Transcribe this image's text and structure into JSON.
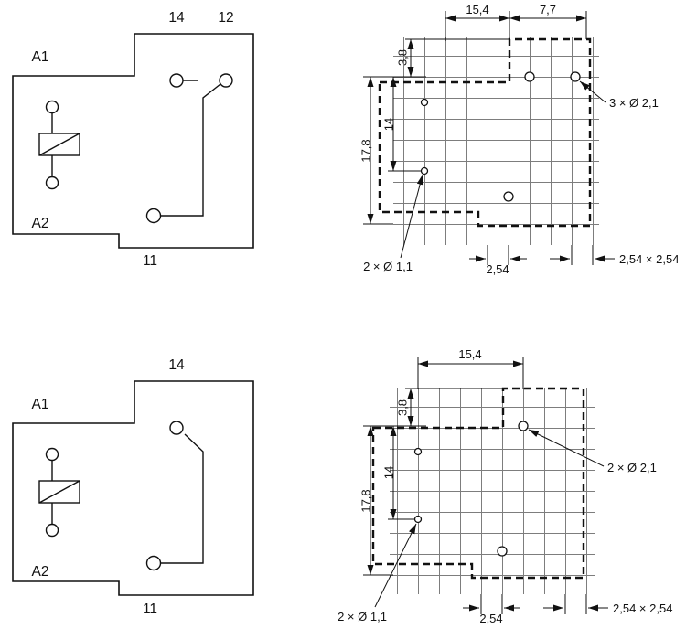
{
  "figure": {
    "relay_spdt": {
      "a1": "A1",
      "a2": "A2",
      "t14": "14",
      "t12": "12",
      "t11": "11"
    },
    "relay_spst": {
      "a1": "A1",
      "a2": "A2",
      "t14": "14",
      "t11": "11"
    },
    "pcb_spdt": {
      "dim_top_left": "15,4",
      "dim_top_right": "7,7",
      "dim_offset": "3,8",
      "dim_inner": "14",
      "dim_outer": "17,8",
      "dim_pitch": "2,54",
      "dim_pitch_grid": "2,54 × 2,54",
      "note_large": "3 × Ø 2,1",
      "note_small": "2 × Ø 1,1"
    },
    "pcb_spst": {
      "dim_top": "15,4",
      "dim_offset": "3,8",
      "dim_inner": "14",
      "dim_outer": "17,8",
      "dim_pitch": "2,54",
      "dim_pitch_grid": "2,54 × 2,54",
      "note_large": "2 × Ø 2,1",
      "note_small": "2 × Ø 1,1"
    }
  }
}
